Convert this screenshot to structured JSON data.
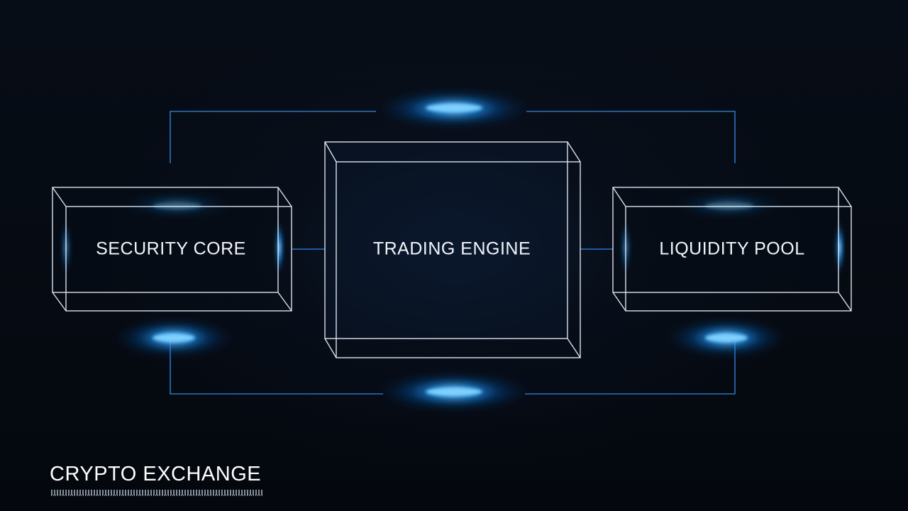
{
  "diagram": {
    "nodes": {
      "security": {
        "label": "SECURITY CORE"
      },
      "trading": {
        "label": "TRADING ENGINE"
      },
      "liquidity": {
        "label": "LIQUIDITY POOL"
      }
    },
    "brand": {
      "title": "CRYPTO EXCHANGE"
    }
  },
  "colors": {
    "background": "#050a12",
    "box_stroke": "#e6eef8",
    "connector": "#2f7fd6",
    "glow": "#1e9bff"
  }
}
